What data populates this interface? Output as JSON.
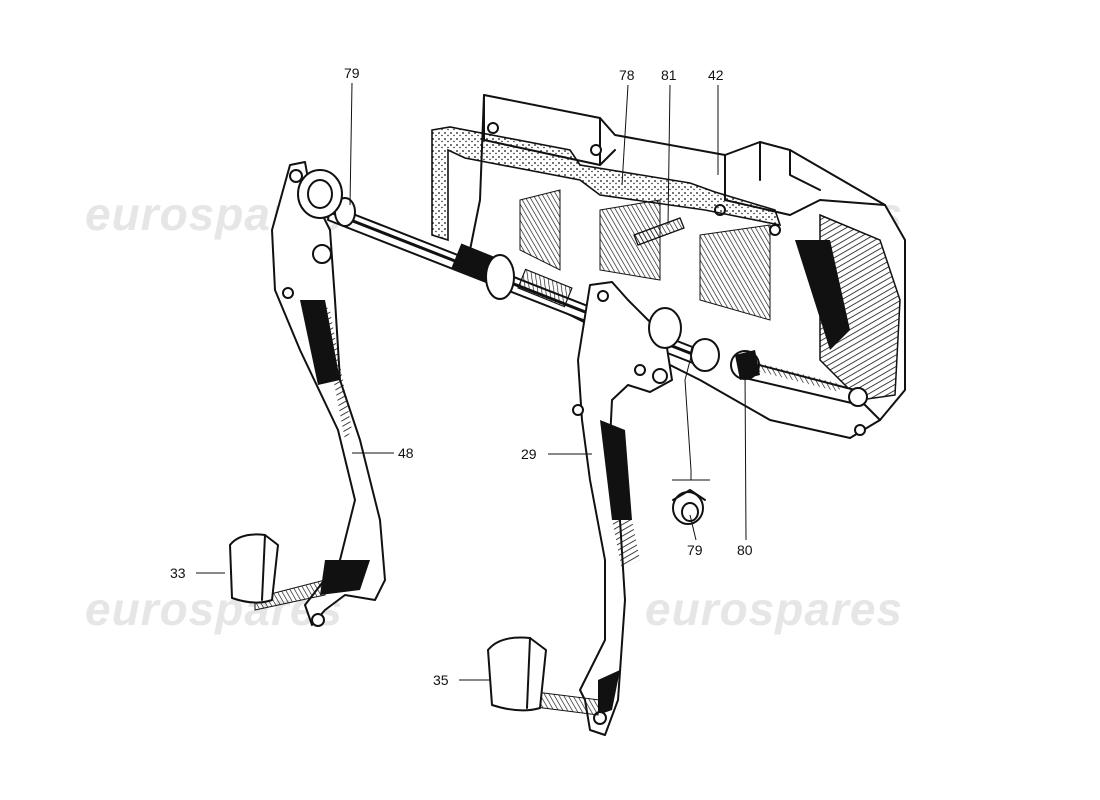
{
  "watermark": {
    "text": "eurospares",
    "color": "#e6e6e6"
  },
  "callouts": [
    {
      "id": "c79-top",
      "label": "79"
    },
    {
      "id": "c78",
      "label": "78"
    },
    {
      "id": "c81",
      "label": "81"
    },
    {
      "id": "c42",
      "label": "42"
    },
    {
      "id": "c48",
      "label": "48"
    },
    {
      "id": "c29",
      "label": "29"
    },
    {
      "id": "c33",
      "label": "33"
    },
    {
      "id": "c35",
      "label": "35"
    },
    {
      "id": "c79-bottom",
      "label": "79"
    },
    {
      "id": "c80",
      "label": "80"
    }
  ],
  "colors": {
    "ink": "#111111",
    "paper": "#ffffff"
  }
}
